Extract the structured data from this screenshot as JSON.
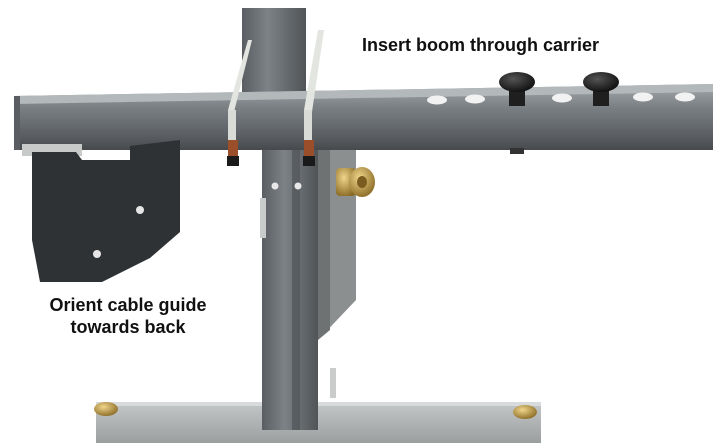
{
  "image": {
    "subject": "boom carrier assembly",
    "colors": {
      "background": "#ffffff",
      "steel": "#6f7478",
      "steel_dark": "#4f5357",
      "steel_light": "#9aa0a4",
      "knob": "#1a1a1a",
      "felt_guide": "#2f3234",
      "brass": "#b8964a",
      "bracket": "#d9dcd6"
    }
  },
  "annotations": {
    "top": "Insert boom through carrier",
    "left_line1": "Orient cable guide",
    "left_line2": "towards back"
  }
}
